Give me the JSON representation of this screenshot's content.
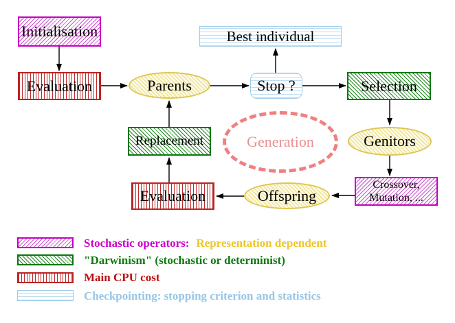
{
  "nodes": {
    "initialisation": "Initialisation",
    "evaluation_top": "Evaluation",
    "parents": "Parents",
    "best_individual": "Best individual",
    "stop": "Stop ?",
    "selection": "Selection",
    "replacement": "Replacement",
    "generation": "Generation",
    "genitors": "Genitors",
    "evaluation_bottom": "Evaluation",
    "offspring": "Offspring",
    "crossover_line1": "Crossover,",
    "crossover_line2": "Mutation, ..."
  },
  "edges": [
    {
      "from": "initialisation",
      "to": "evaluation_top"
    },
    {
      "from": "evaluation_top",
      "to": "parents"
    },
    {
      "from": "parents",
      "to": "stop"
    },
    {
      "from": "stop",
      "to": "best_individual"
    },
    {
      "from": "stop",
      "to": "selection"
    },
    {
      "from": "selection",
      "to": "genitors"
    },
    {
      "from": "genitors",
      "to": "crossover_mutation"
    },
    {
      "from": "crossover_mutation",
      "to": "offspring"
    },
    {
      "from": "offspring",
      "to": "evaluation_bottom"
    },
    {
      "from": "evaluation_bottom",
      "to": "replacement"
    },
    {
      "from": "replacement",
      "to": "parents"
    }
  ],
  "legend": {
    "rows": [
      {
        "text": "Stochastic operators:",
        "text2": "Representation dependent"
      },
      {
        "text": "\"Darwinism\" (stochastic or determinist)"
      },
      {
        "text": "Main CPU cost"
      },
      {
        "text": "Checkpointing: stopping criterion and statistics"
      }
    ]
  },
  "colors": {
    "magenta": "#cc00cc",
    "green": "#0a770a",
    "red": "#bb2222",
    "light_blue": "#99c6e6",
    "yellow_border": "#ddc752",
    "gold_text": "#eec62a",
    "dark_red_text": "#bb1111",
    "coral_dashed": "#f08080",
    "black": "#000000"
  }
}
